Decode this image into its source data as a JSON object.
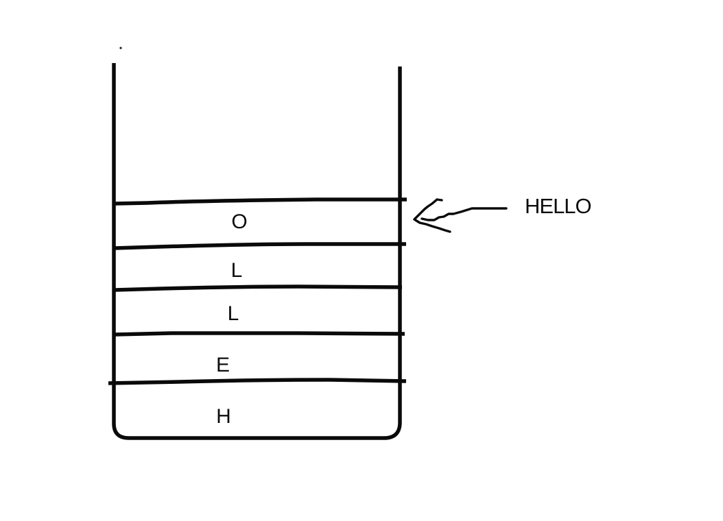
{
  "diagram": {
    "kind": "stack",
    "levels_top_to_bottom": [
      {
        "letter": "O"
      },
      {
        "letter": "L"
      },
      {
        "letter": "L"
      },
      {
        "letter": "E"
      },
      {
        "letter": "H"
      }
    ],
    "annotation": {
      "label": "HELLO"
    }
  },
  "colors": {
    "ink": "#0a0a0a",
    "background": "#ffffff"
  }
}
